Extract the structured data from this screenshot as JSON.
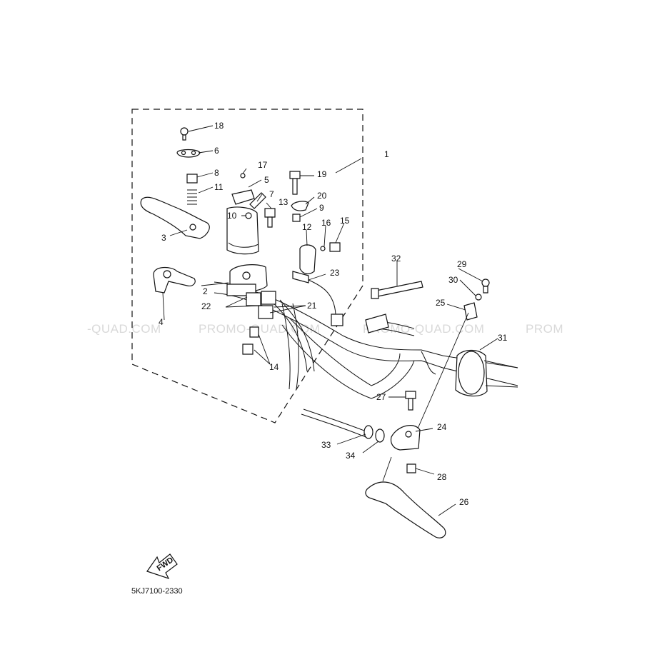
{
  "watermarks": [
    "-QUAD.COM",
    "PROMO-QUAD.COM",
    "PROMO-QUAD.COM",
    "PROM"
  ],
  "callouts": [
    "1",
    "2",
    "3",
    "4",
    "5",
    "6",
    "7",
    "8",
    "9",
    "10",
    "11",
    "12",
    "13",
    "14",
    "15",
    "16",
    "17",
    "18",
    "19",
    "20",
    "21",
    "22",
    "23",
    "24",
    "25",
    "26",
    "27",
    "28",
    "29",
    "30",
    "31",
    "32",
    "33",
    "34"
  ],
  "arrow_text": "FWD",
  "drawing_code": "5KJ7100-2330"
}
